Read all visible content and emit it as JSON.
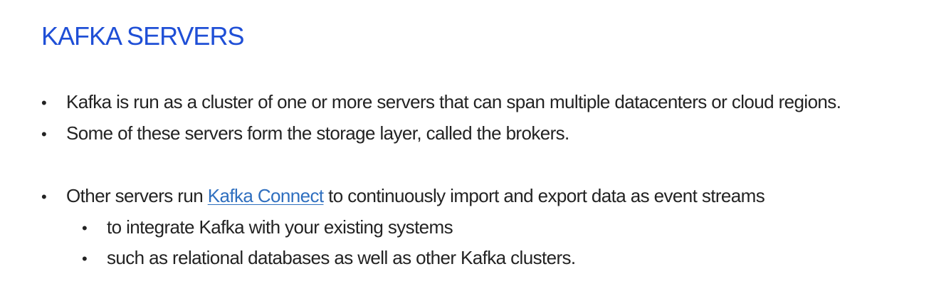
{
  "slide": {
    "title": "KAFKA SERVERS",
    "bullets": [
      {
        "text": "Kafka is run as a cluster of one or more servers that can span multiple datacenters or cloud regions."
      },
      {
        "text": "Some of these servers form the storage layer, called the brokers."
      },
      {
        "prefix": "Other servers run ",
        "link_text": "Kafka Connect",
        "suffix": " to continuously import and export data as event streams",
        "sub_bullets": [
          {
            "text": "to integrate Kafka with your existing systems"
          },
          {
            "text": "such as relational databases as well as other Kafka clusters."
          }
        ]
      }
    ],
    "bullet_glyph": "•"
  },
  "colors": {
    "title": "#1f4fd6",
    "body_text": "#232323",
    "link": "#2f6fbf",
    "background": "#ffffff"
  }
}
